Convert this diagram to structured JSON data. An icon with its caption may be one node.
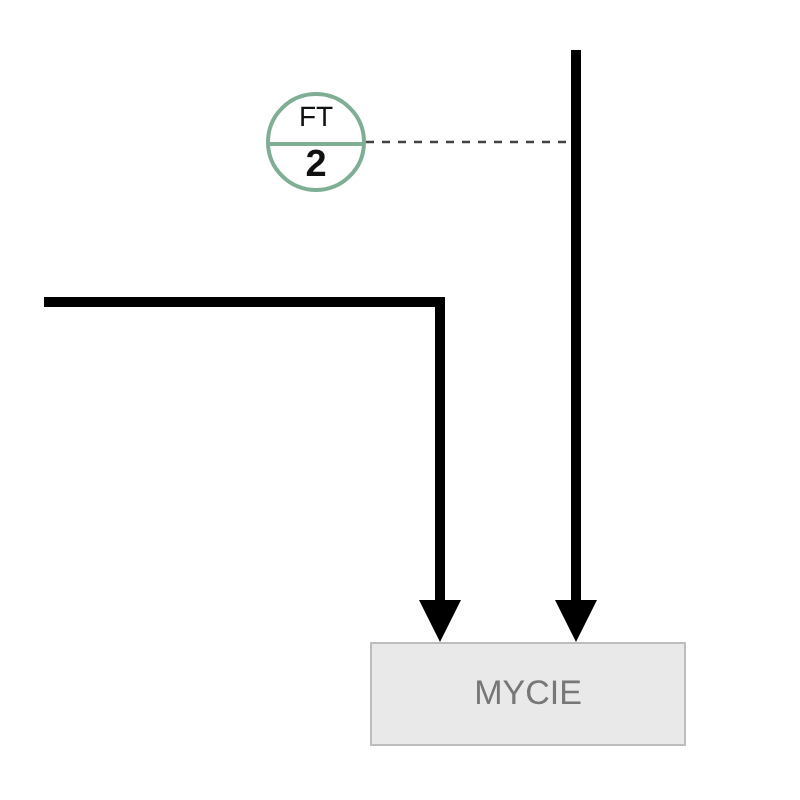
{
  "diagram": {
    "nodes": [
      {
        "text": [
          "FT",
          "2"
        ]
      },
      {
        "text": [
          "MYCIE"
        ]
      }
    ],
    "edges": [
      {
        "from": null,
        "to": 1,
        "arrow": "to"
      },
      {
        "from": null,
        "to": 1,
        "arrow": "to"
      },
      {
        "from": 0,
        "to": null,
        "arrow": "none",
        "style": "dashed"
      }
    ]
  }
}
